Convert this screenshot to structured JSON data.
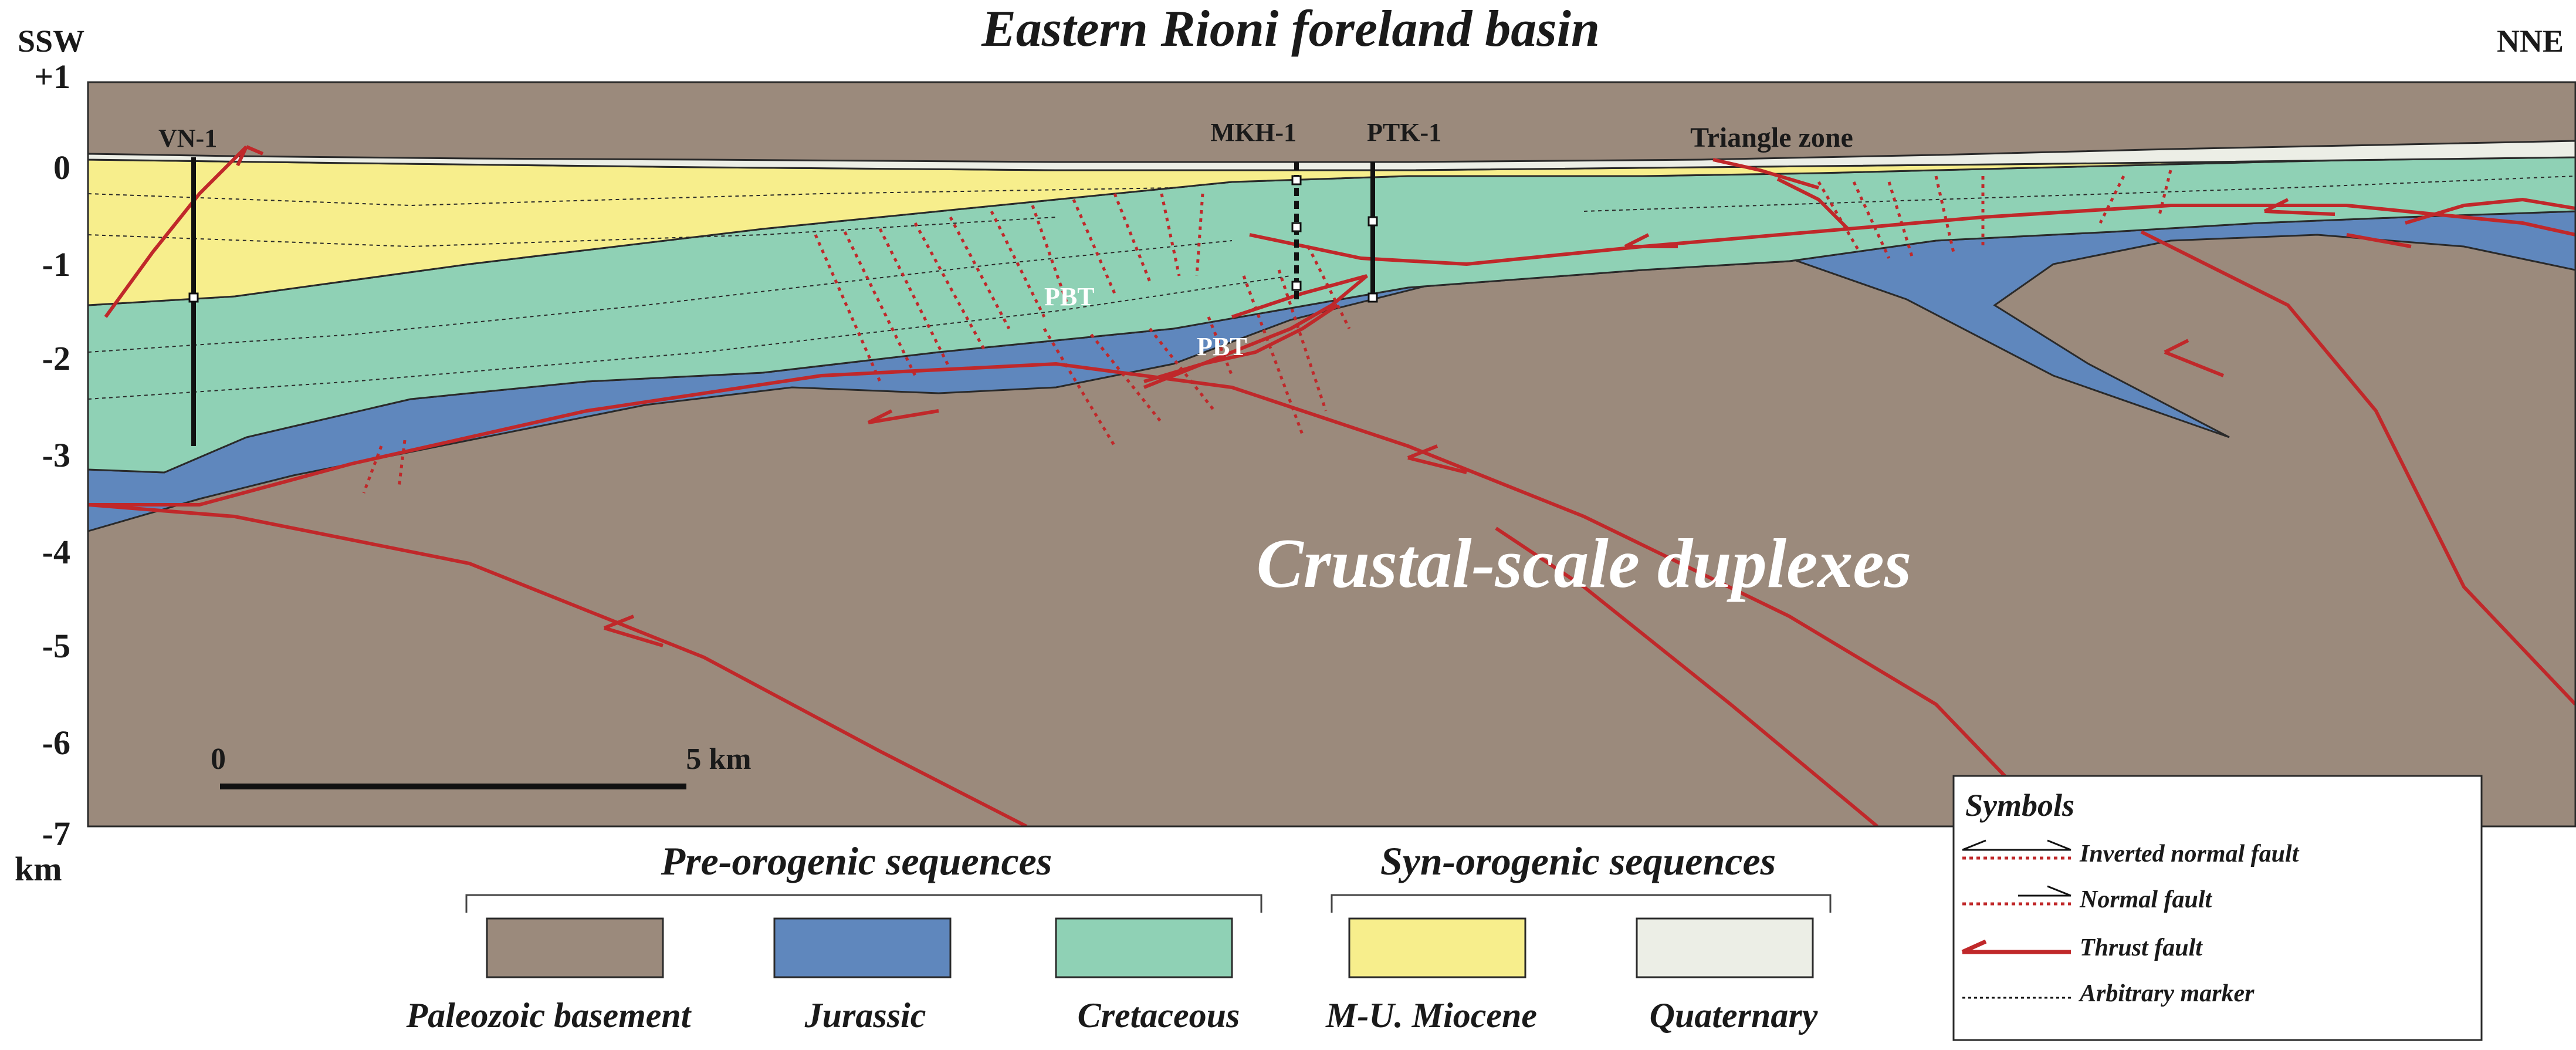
{
  "title": "Eastern Rioni foreland basin",
  "orientation": {
    "left": "SSW",
    "right": "NNE"
  },
  "depth_axis": {
    "unit": "km",
    "ticks": [
      "+1",
      "0",
      "-1",
      "-2",
      "-3",
      "-4",
      "-5",
      "-6",
      "-7"
    ]
  },
  "wells": {
    "vn1": "VN-1",
    "mkh1": "MKH-1",
    "ptk1": "PTK-1"
  },
  "labels": {
    "triangle_zone": "Triangle zone",
    "pbt_upper": "PBT",
    "pbt_lower": "PBT",
    "duplexes": "Crustal-scale duplexes"
  },
  "scale_bar": {
    "start": "0",
    "end": "5 km"
  },
  "legend_groups": {
    "pre": "Pre-orogenic sequences",
    "syn": "Syn-orogenic sequences"
  },
  "units": [
    {
      "name": "Paleozoic basement",
      "color": "#9b8a7c"
    },
    {
      "name": "Jurassic",
      "color": "#5f87bd"
    },
    {
      "name": "Cretaceous",
      "color": "#8fd1b5"
    },
    {
      "name": "M-U. Miocene",
      "color": "#f7ee8c"
    },
    {
      "name": "Quaternary",
      "color": "#eceee6"
    }
  ],
  "symbols": {
    "title": "Symbols",
    "items": [
      "Inverted normal fault",
      "Normal fault",
      "Thrust fault",
      "Arbitrary marker"
    ]
  },
  "colors": {
    "fault": "#c0282a",
    "outline": "#2a2a2a"
  }
}
